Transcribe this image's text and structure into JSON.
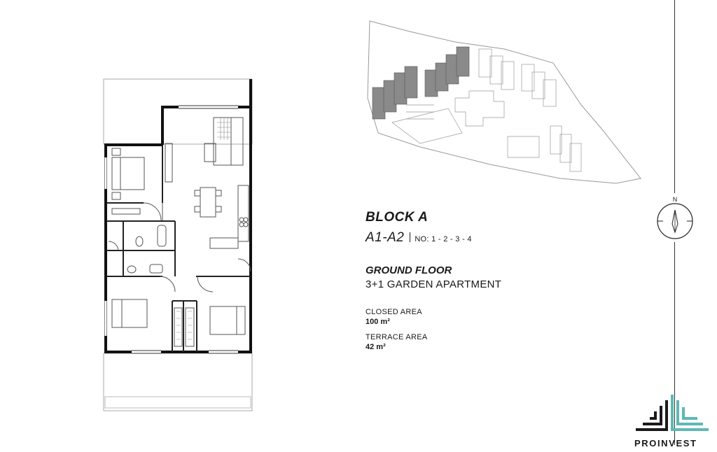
{
  "block": {
    "title": "BLOCK A"
  },
  "unit": {
    "code": "A1-A2",
    "numbers": "NO: 1 - 2 - 3 - 4"
  },
  "floor": {
    "title": "GROUND FLOOR",
    "subtitle": "3+1 GARDEN APARTMENT"
  },
  "areas": {
    "closed_label": "CLOSED AREA",
    "closed_value": "100 m²",
    "terrace_label": "TERRACE AREA",
    "terrace_value": "42 m²"
  },
  "compass": {
    "north_label": "N"
  },
  "brand": {
    "name": "PROINVEST",
    "accent": "#5fb8b4",
    "dark": "#1a1a1a"
  },
  "site_plan": {
    "highlight_color": "#8a8a8a"
  }
}
